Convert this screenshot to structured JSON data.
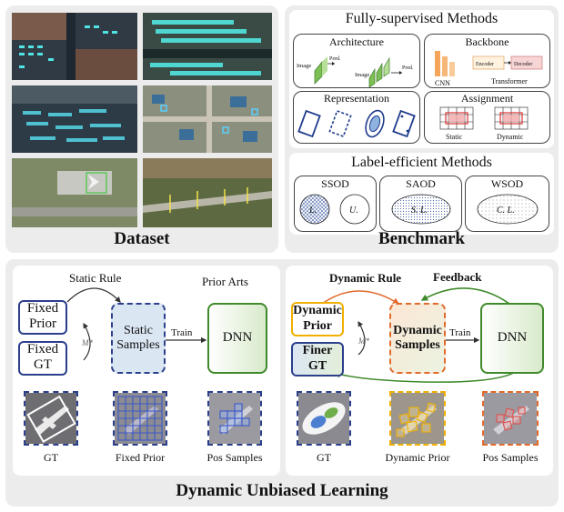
{
  "dataset": {
    "caption": "Dataset"
  },
  "benchmark": {
    "caption": "Benchmark",
    "fully_supervised": {
      "title": "Fully-supervised Methods",
      "architecture": {
        "title": "Architecture",
        "image_1": "Image",
        "pred_1": "Pred.",
        "image_2": "Image",
        "pred_2": "Pred."
      },
      "backbone": {
        "title": "Backbone",
        "cnn": "CNN",
        "encoder": "Encoder",
        "decoder": "Decoder",
        "transformer": "Transformer"
      },
      "representation": {
        "title": "Representation"
      },
      "assignment": {
        "title": "Assignment",
        "static": "Static",
        "dynamic": "Dynamic"
      }
    },
    "label_efficient": {
      "title": "Label-efficient Methods",
      "ssod": {
        "title": "SSOD",
        "left": "L.",
        "right": "U."
      },
      "saod": {
        "title": "SAOD",
        "inner": "S. L."
      },
      "wsod": {
        "title": "WSOD",
        "inner": "C. L."
      }
    }
  },
  "dul": {
    "caption": "Dynamic Unbiased Learning",
    "prior": {
      "static_rule": "Static Rule",
      "prior_arts": "Prior Arts",
      "fixed_prior": [
        "Fixed",
        "Prior"
      ],
      "fixed_gt": [
        "Fixed",
        "GT"
      ],
      "m_star": "M*",
      "static_samples": [
        "Static",
        "Samples"
      ],
      "train": "Train",
      "dnn": "DNN",
      "thumbs": [
        "GT",
        "Fixed Prior",
        "Pos Samples"
      ]
    },
    "ours": {
      "dynamic_rule": "Dynamic Rule",
      "feedback": "Feedback",
      "dynamic_prior": [
        "Dynamic",
        "Prior"
      ],
      "finer_gt": [
        "Finer",
        "GT"
      ],
      "m_star": "M*",
      "dynamic_samples": [
        "Dynamic",
        "Samples"
      ],
      "train": "Train",
      "dnn": "DNN",
      "thumbs": [
        "GT",
        "Dynamic Prior",
        "Pos Samples"
      ]
    }
  },
  "colors": {
    "panel_bg": "#ececec",
    "navy": "#2b3f8c",
    "green": "#3f8a2a",
    "orange": "#e26a2c",
    "light_blue": "#dbe6f3",
    "light_green": "#e3efd9",
    "yellow": "#f0b000",
    "red": "#d9534f"
  }
}
